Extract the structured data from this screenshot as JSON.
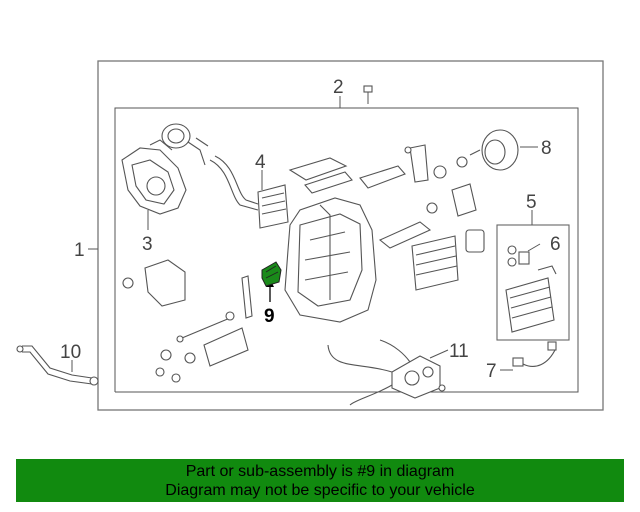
{
  "callouts": {
    "c1": "1",
    "c2": "2",
    "c3": "3",
    "c4": "4",
    "c5": "5",
    "c6": "6",
    "c7": "7",
    "c8": "8",
    "c9": "9",
    "c10": "10",
    "c11": "11"
  },
  "highlight_color": "#1a8a1a",
  "banner": {
    "line1": "Part or sub-assembly is #9 in diagram",
    "line2": "Diagram may not be specific to your vehicle",
    "background": "#118a0f"
  }
}
